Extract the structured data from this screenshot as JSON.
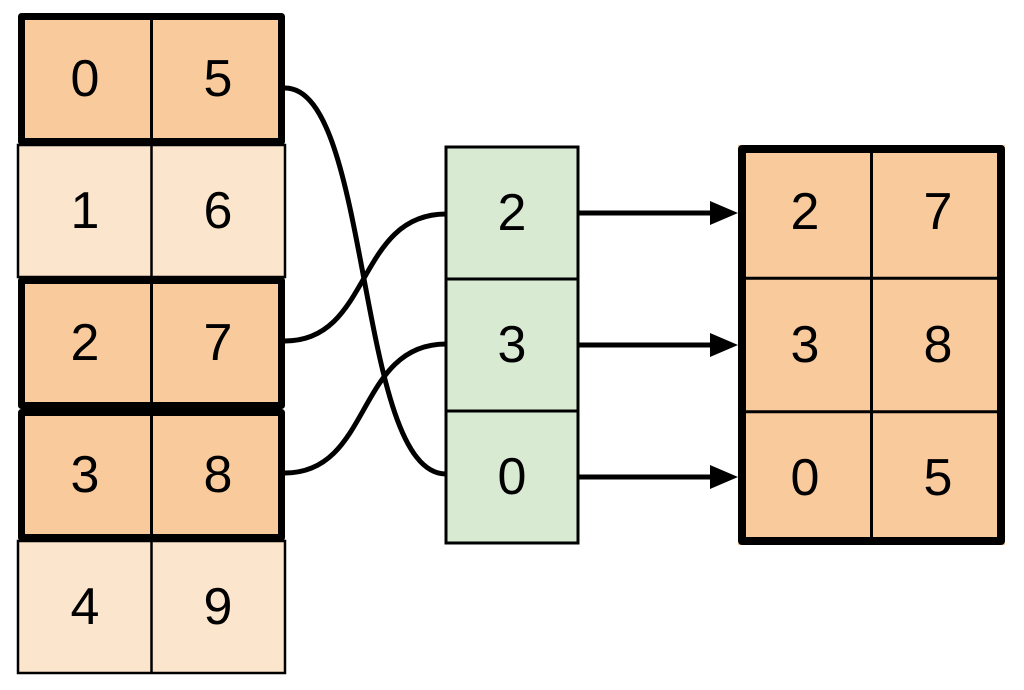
{
  "diagram": {
    "left_table": {
      "rows": [
        {
          "cells": [
            "0",
            "5"
          ],
          "highlighted": true
        },
        {
          "cells": [
            "1",
            "6"
          ],
          "highlighted": false
        },
        {
          "cells": [
            "2",
            "7"
          ],
          "highlighted": true
        },
        {
          "cells": [
            "3",
            "8"
          ],
          "highlighted": true
        },
        {
          "cells": [
            "4",
            "9"
          ],
          "highlighted": false
        }
      ]
    },
    "index_column": {
      "cells": [
        "2",
        "3",
        "0"
      ]
    },
    "result_table": {
      "rows": [
        {
          "cells": [
            "2",
            "7"
          ]
        },
        {
          "cells": [
            "3",
            "8"
          ]
        },
        {
          "cells": [
            "0",
            "5"
          ]
        }
      ]
    },
    "connections": {
      "curves": [
        {
          "from_left_row": 0,
          "to_index_cell": 2
        },
        {
          "from_left_row": 2,
          "to_index_cell": 0
        },
        {
          "from_left_row": 3,
          "to_index_cell": 1
        }
      ],
      "arrows": [
        {
          "from_index_cell": 0,
          "to_result_row": 0
        },
        {
          "from_index_cell": 1,
          "to_result_row": 1
        },
        {
          "from_index_cell": 2,
          "to_result_row": 2
        }
      ]
    },
    "colors": {
      "highlight_fill": "#F9CB9C",
      "light_fill": "#FCE5CD",
      "index_fill": "#D9EAD3",
      "line": "#000000",
      "background": "#FFFFFF"
    }
  }
}
